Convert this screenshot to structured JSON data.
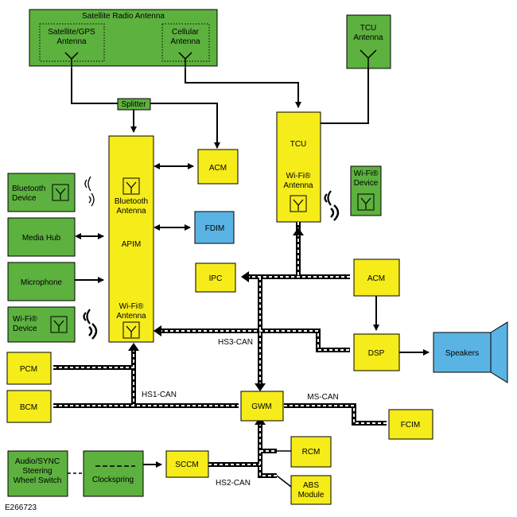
{
  "colors": {
    "green": "#5db13f",
    "yellow": "#f5ec1a",
    "blue": "#5ab4e3",
    "bus": "#000000"
  },
  "satellite_antenna": {
    "title": "Satellite Radio Antenna",
    "gps_line1": "Satellite/GPS",
    "gps_line2": "Antenna",
    "cell_line1": "Cellular",
    "cell_line2": "Antenna"
  },
  "tcu_antenna": {
    "line1": "TCU",
    "line2": "Antenna"
  },
  "splitter": "Splitter",
  "apim": {
    "label": "APIM",
    "bt_line1": "Bluetooth",
    "bt_line2": "Antenna",
    "wifi_line1": "Wi-Fi®",
    "wifi_line2": "Antenna"
  },
  "acm_top": "ACM",
  "fdim": "FDIM",
  "tcu": {
    "label": "TCU",
    "wifi_line1": "Wi-Fi®",
    "wifi_line2": "Antenna"
  },
  "wifi_device_right": {
    "line1": "Wi-Fi®",
    "line2": "Device"
  },
  "bluetooth_device": {
    "line1": "Bluetooth",
    "line2": "Device"
  },
  "media_hub": "Media Hub",
  "microphone": "Microphone",
  "wifi_device_left": {
    "line1": "Wi-Fi®",
    "line2": "Device"
  },
  "ipc": "IPC",
  "acm_mid": "ACM",
  "dsp": "DSP",
  "speakers": "Speakers",
  "pcm": "PCM",
  "bcm": "BCM",
  "gwm": "GWM",
  "fcim": "FCIM",
  "rcm": "RCM",
  "abs": {
    "line1": "ABS",
    "line2": "Module"
  },
  "sccm": "SCCM",
  "clockspring": "Clockspring",
  "steering_switch": {
    "line1": "Audio/SYNC",
    "line2": "Steering",
    "line3": "Wheel Switch"
  },
  "bus_labels": {
    "hs3": "HS3-CAN",
    "hs1": "HS1-CAN",
    "ms": "MS-CAN",
    "hs2": "HS2-CAN"
  },
  "figure_id": "E266723"
}
